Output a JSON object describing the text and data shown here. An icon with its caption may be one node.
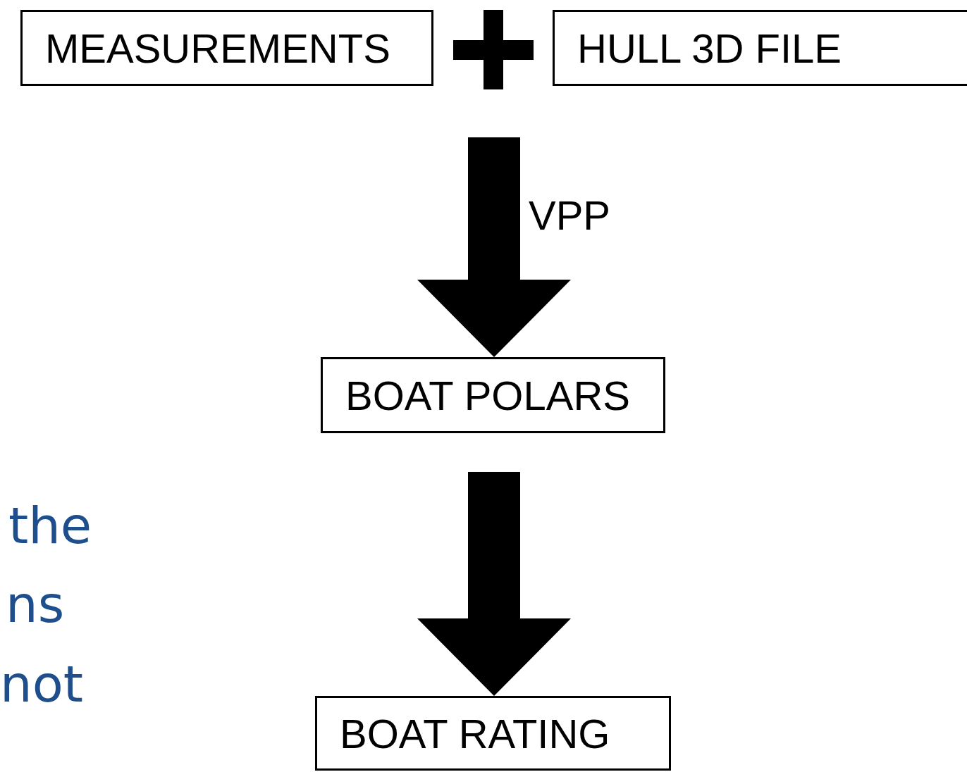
{
  "diagram": {
    "nodes": [
      {
        "text": [
          "MEASUREMENTS"
        ]
      },
      {
        "text": [
          "HULL 3D FILE"
        ]
      },
      {
        "text": [
          "BOAT POLARS"
        ]
      },
      {
        "text": [
          "BOAT RATING"
        ]
      }
    ],
    "edges": [
      {
        "from": null,
        "to": 2,
        "arrow": "to",
        "label": "VPP",
        "style": "thick"
      },
      {
        "from": 2,
        "to": 3,
        "arrow": "to",
        "style": "thick"
      }
    ],
    "labels": [
      "the",
      "ns",
      "not"
    ]
  }
}
